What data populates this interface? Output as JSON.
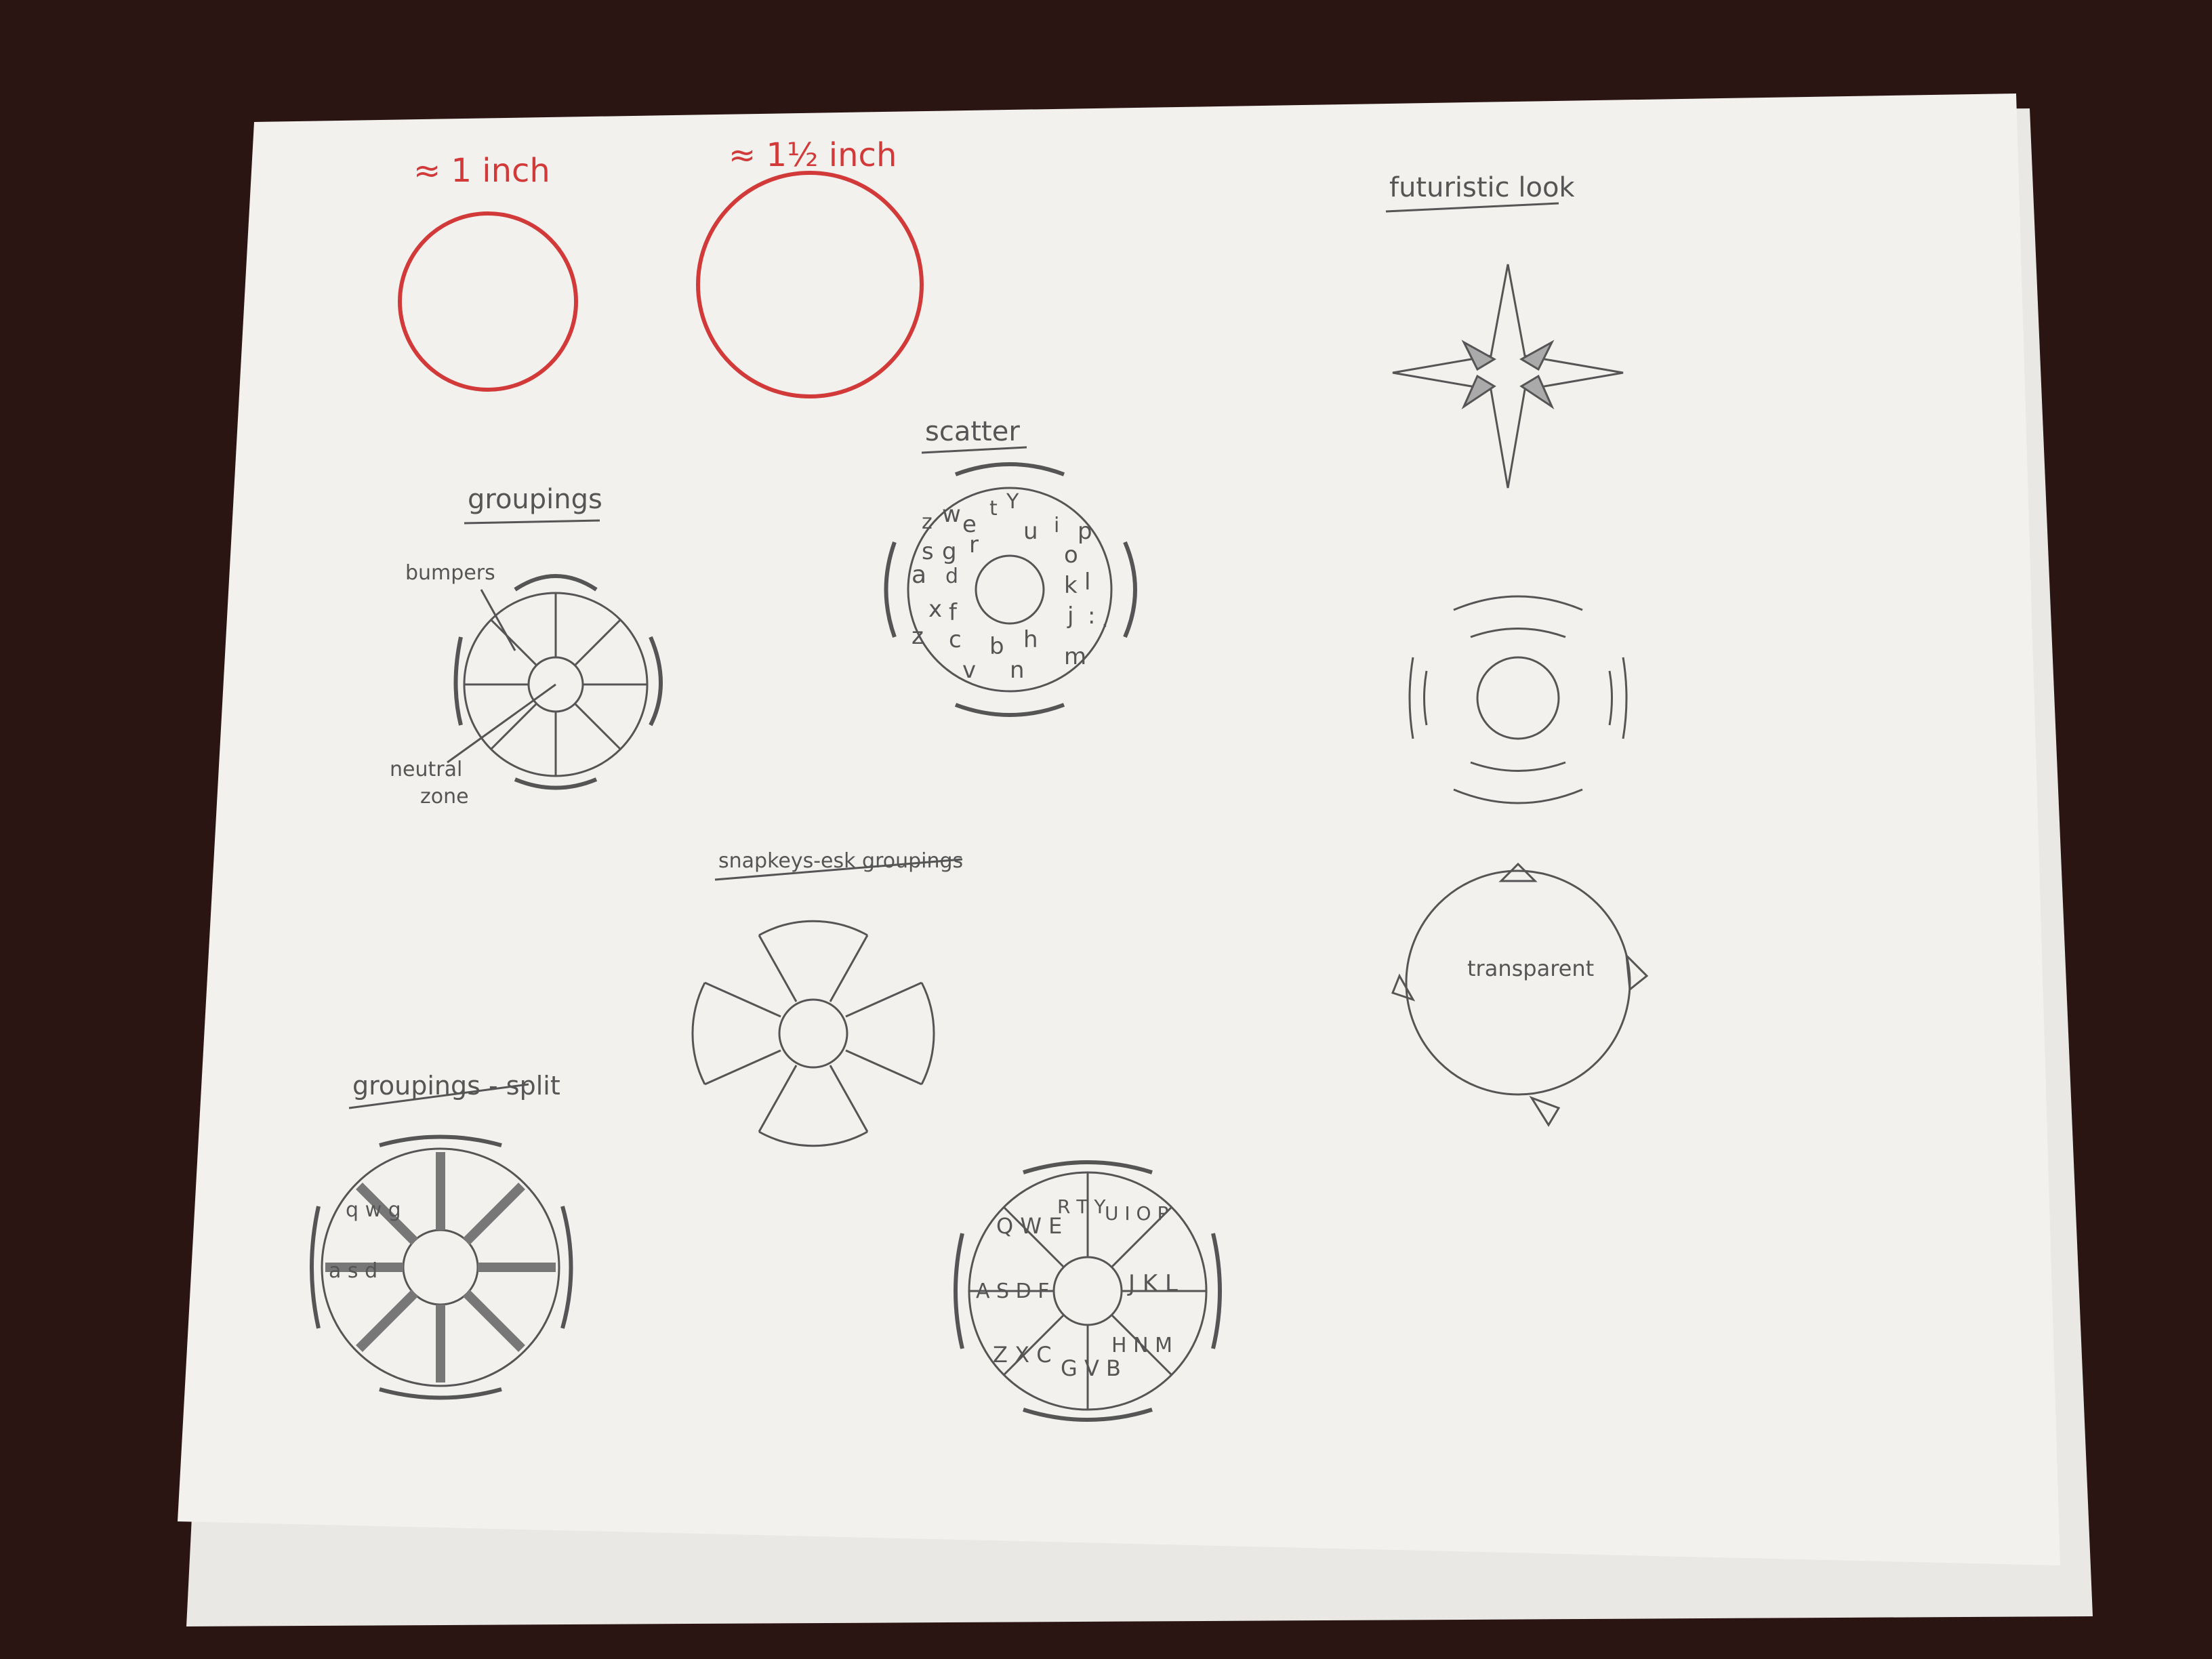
{
  "colors": {
    "desk": "#2a1512",
    "paper": "#f2f1ee",
    "paper_back": "#e9e8e4",
    "pencil": "#555555",
    "pencil_light": "#8a8a8a",
    "red_ink": "#d23a3a"
  },
  "sizes": {
    "one_inch": "≈ 1 inch",
    "one_and_half_inch": "≈ 1½ inch"
  },
  "headings": {
    "groupings": "groupings",
    "scatter": "scatter",
    "futuristic": "futuristic look",
    "snapkeys": "snapkeys-esk groupings",
    "split": "groupings - split"
  },
  "annotations": {
    "bumpers": "bumpers",
    "neutral": "neutral",
    "zone": "zone",
    "transparent": "transparent"
  },
  "scatter_letters": [
    "z",
    "w",
    "e",
    "t",
    "Y",
    "u",
    "i",
    "p",
    "s",
    "g",
    "r",
    "o",
    "a",
    "d",
    "k",
    "l",
    "x",
    "f",
    "j",
    ":",
    ".",
    "z",
    "c",
    "b",
    "h",
    "v",
    "n",
    "m"
  ],
  "split_letters": {
    "qwg": "q w g",
    "asd": "a s d"
  },
  "keyboard_segments": [
    "Q W E",
    "R T Y",
    "U I O P",
    "J K L",
    "H N M",
    "G V B",
    "Z X C",
    "A S D F"
  ],
  "icons": [
    "star-icon",
    "ring-icon",
    "circle-icon"
  ]
}
